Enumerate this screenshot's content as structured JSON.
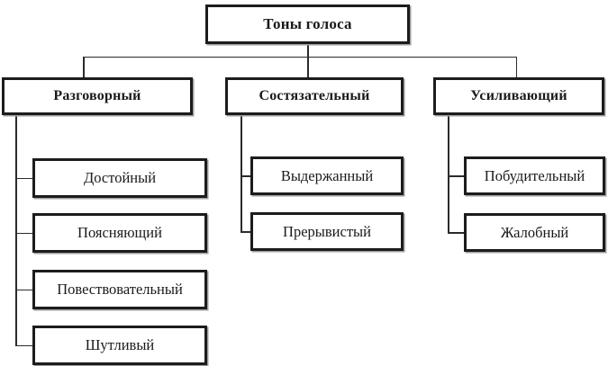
{
  "diagram": {
    "title": "Тоны голоса",
    "root": {
      "label": "Тоны голоса"
    },
    "branches": [
      {
        "label": "Разговорный",
        "children": [
          {
            "label": "Достойный"
          },
          {
            "label": "Поясняющий"
          },
          {
            "label": "Повествовательный"
          },
          {
            "label": "Шутливый"
          }
        ]
      },
      {
        "label": "Состязательный",
        "children": [
          {
            "label": "Выдержанный"
          },
          {
            "label": "Прерывистый"
          }
        ]
      },
      {
        "label": "Усиливающий",
        "children": [
          {
            "label": "Побудительный"
          },
          {
            "label": "Жалобный"
          }
        ]
      }
    ],
    "colors": {
      "background": "#ffffff",
      "box_border": "#1c1c1c",
      "box_shadow": "#9d9d9d",
      "text": "#1a1a1a",
      "connector": "#2b2b2b"
    }
  }
}
